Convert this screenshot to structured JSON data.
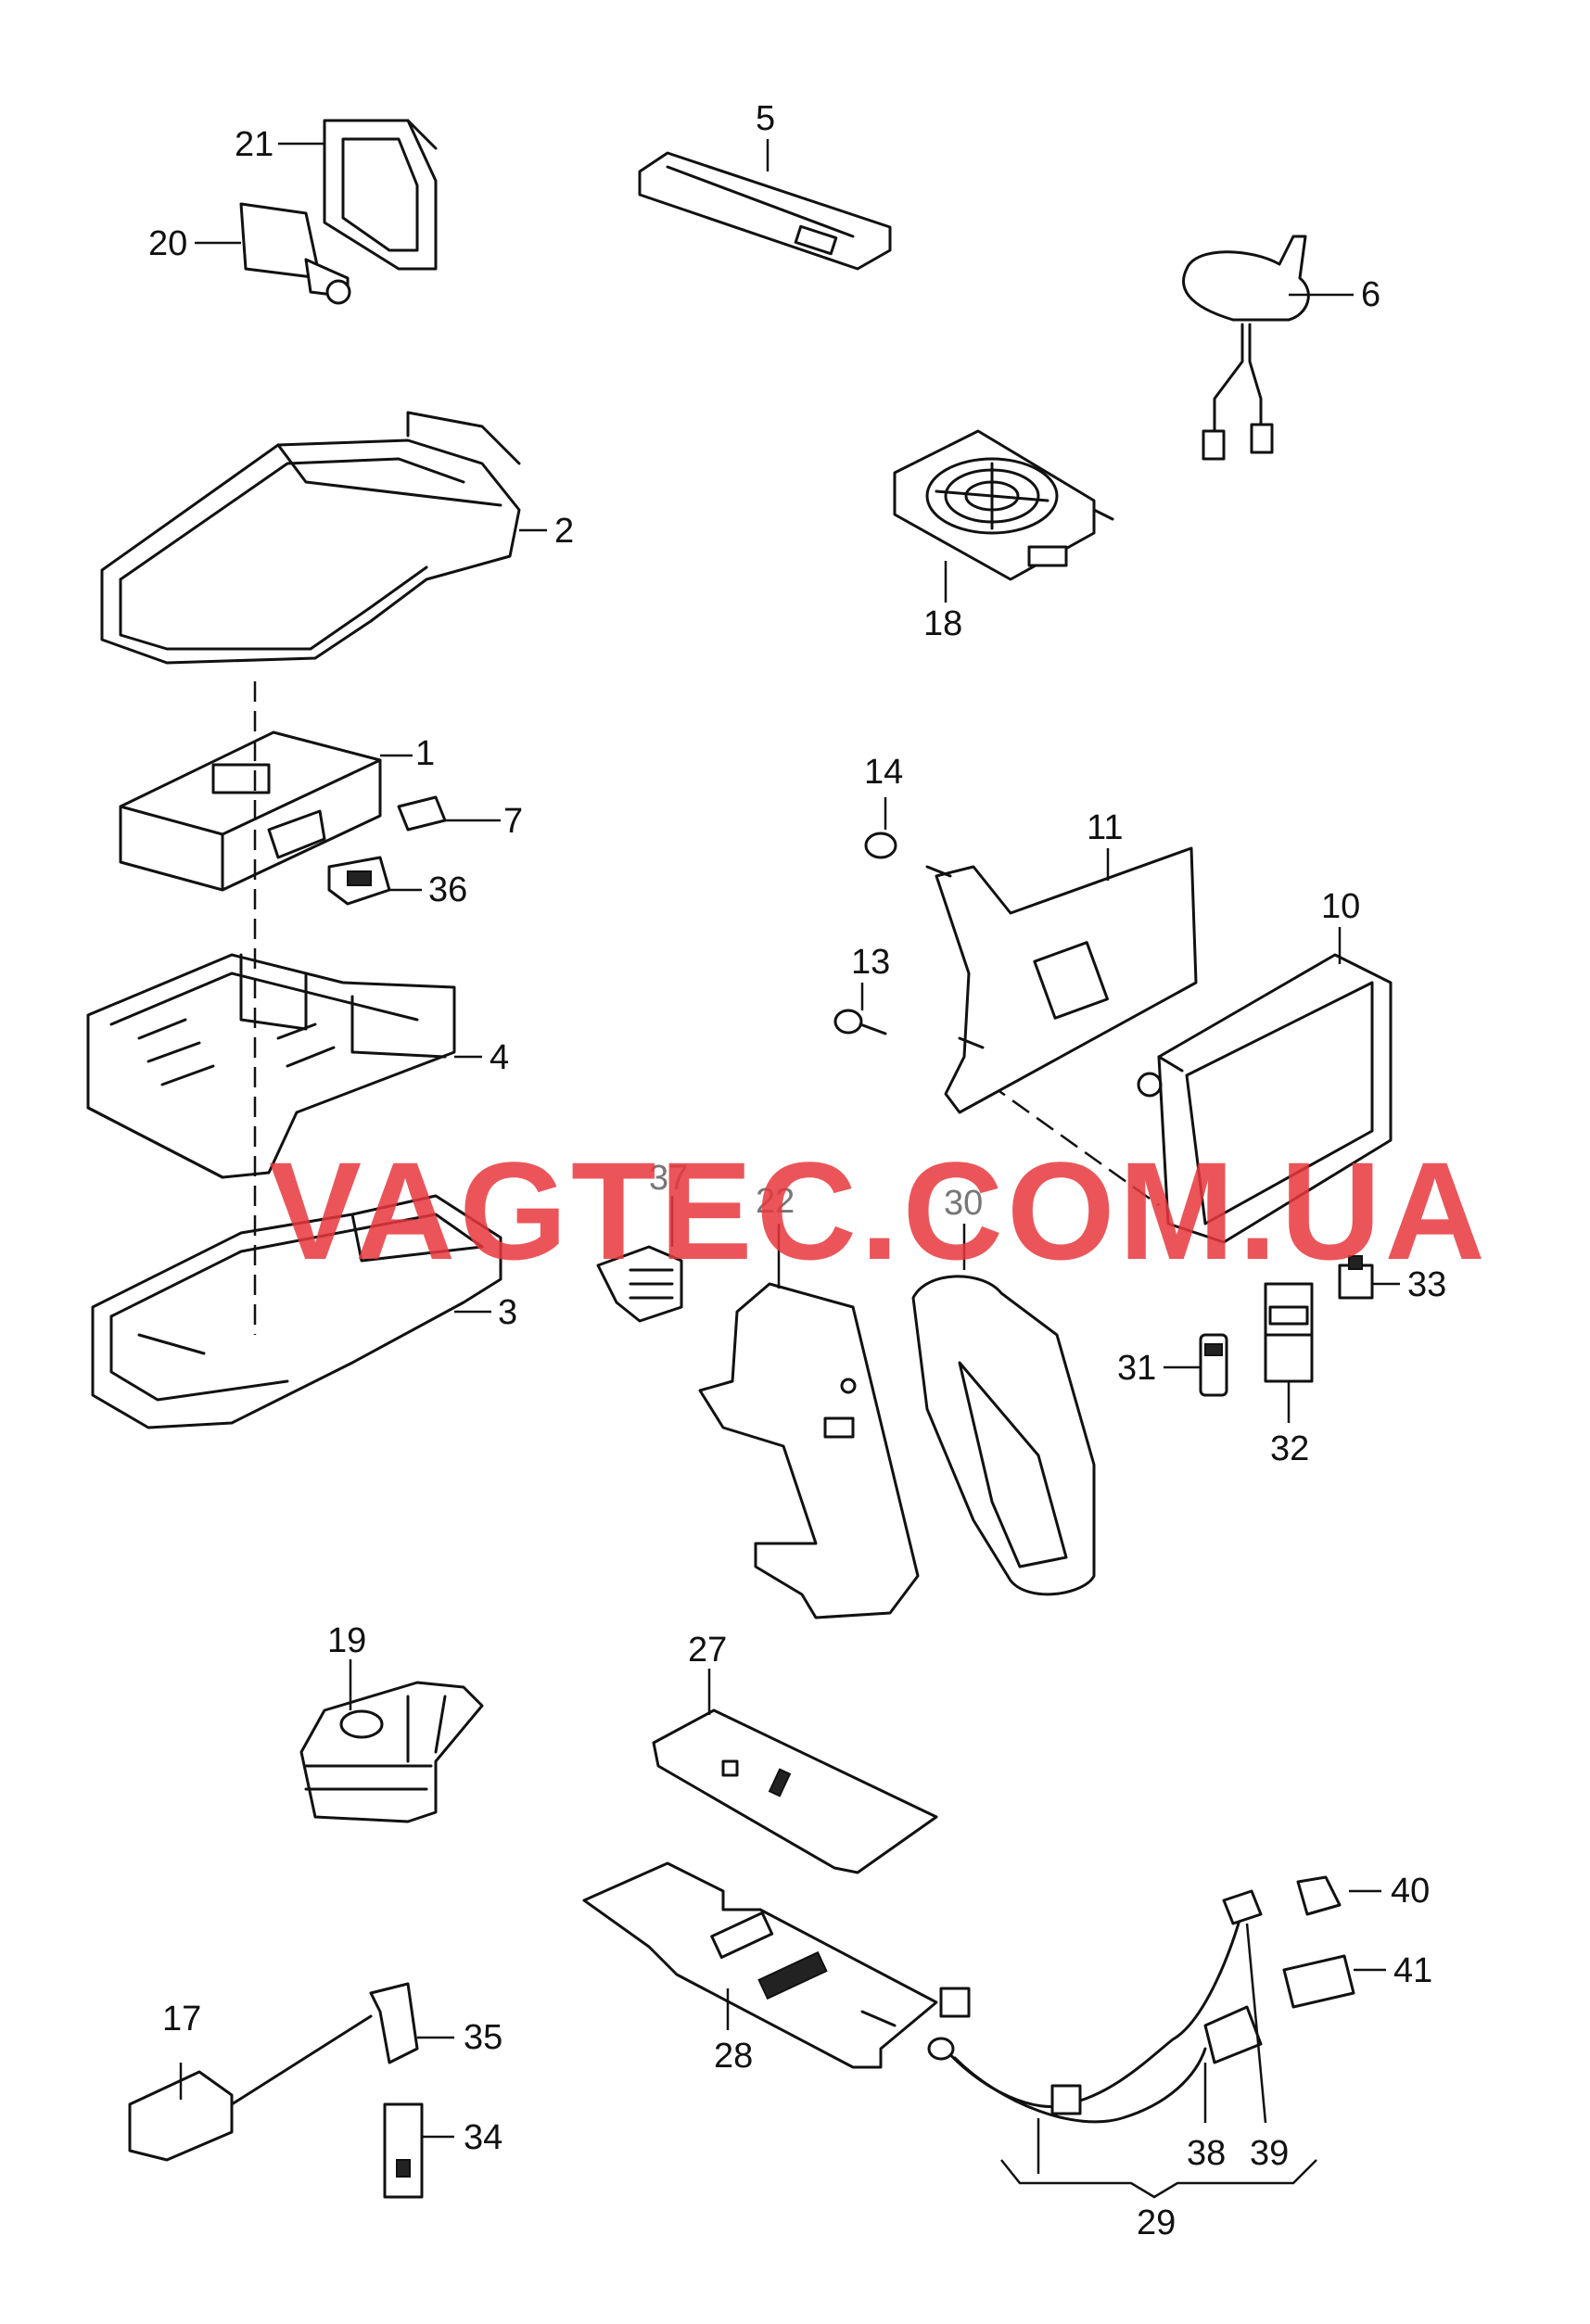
{
  "watermark": "VAGTEC.COM.UA",
  "colors": {
    "line": "#111111",
    "watermark": "#e8383d",
    "background": "#ffffff"
  },
  "callouts": {
    "c1": "1",
    "c2": "2",
    "c3": "3",
    "c4": "4",
    "c5": "5",
    "c6": "6",
    "c7": "7",
    "c10": "10",
    "c11": "11",
    "c13": "13",
    "c14": "14",
    "c17": "17",
    "c18": "18",
    "c19": "19",
    "c20": "20",
    "c21": "21",
    "c22": "22",
    "c27": "27",
    "c28": "28",
    "c29": "29",
    "c30": "30",
    "c31": "31",
    "c32": "32",
    "c33": "33",
    "c34": "34",
    "c35": "35",
    "c36": "36",
    "c37": "37",
    "c38": "38",
    "c39": "39",
    "c40": "40",
    "c41": "41"
  }
}
